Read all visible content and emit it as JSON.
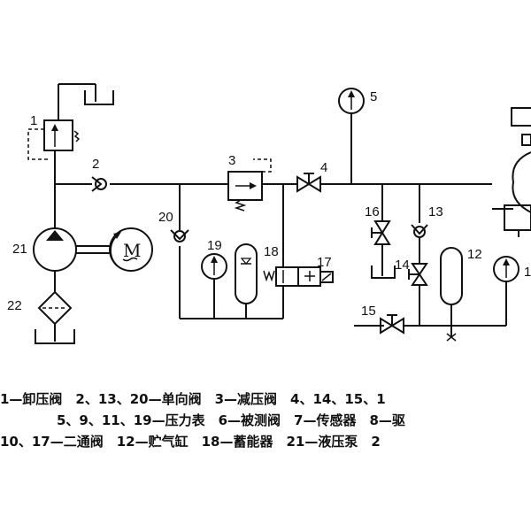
{
  "labels": {
    "n1": "1",
    "n2": "2",
    "n3": "3",
    "n4": "4",
    "n5": "5",
    "n12": "12",
    "n13": "13",
    "n14": "14",
    "n15": "15",
    "n16": "16",
    "n17": "17",
    "n18": "18",
    "n19": "19",
    "n20": "20",
    "n21": "21",
    "n22": "22",
    "n11_partial": "1",
    "motor": "M"
  },
  "legend": {
    "line1": "1—卸压阀　2、13、20—单向阀　3—减压阀　4、14、15、1",
    "line2": "5、9、11、19—压力表　6—被测阀　7—传感器　8—驱",
    "line3": "10、17—二通阀　12—贮气缸　18—蓄能器　21—液压泵　2"
  },
  "icons": [
    "unloading-valve-icon",
    "check-valve-icon",
    "pressure-reducing-valve-icon",
    "shutoff-valve-icon",
    "pressure-gauge-icon",
    "air-reservoir-icon",
    "accumulator-icon",
    "two-way-valve-icon",
    "hydraulic-pump-icon",
    "motor-icon",
    "filter-icon",
    "tank-icon"
  ]
}
